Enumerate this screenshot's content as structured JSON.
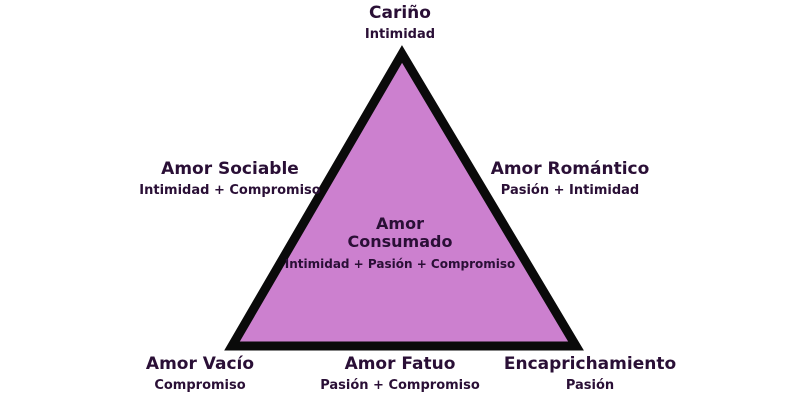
{
  "colors": {
    "triangle_fill": "#cc80cf",
    "triangle_stroke": "#0a0a0a",
    "text": "#2a0f36"
  },
  "nodes": {
    "top": {
      "name": "Cariño",
      "sub": "Intimidad"
    },
    "left": {
      "name": "Amor Sociable",
      "sub": "Intimidad + Compromiso"
    },
    "right": {
      "name": "Amor Romántico",
      "sub": "Pasión + Intimidad"
    },
    "center": {
      "name_line1": "Amor",
      "name_line2": "Consumado",
      "sub": "Intimidad + Pasión + Compromiso"
    },
    "bottom_left": {
      "name": "Amor Vacío",
      "sub": "Compromiso"
    },
    "bottom_middle": {
      "name": "Amor Fatuo",
      "sub": "Pasión + Compromiso"
    },
    "bottom_right": {
      "name": "Encaprichamiento",
      "sub": "Pasión"
    }
  }
}
